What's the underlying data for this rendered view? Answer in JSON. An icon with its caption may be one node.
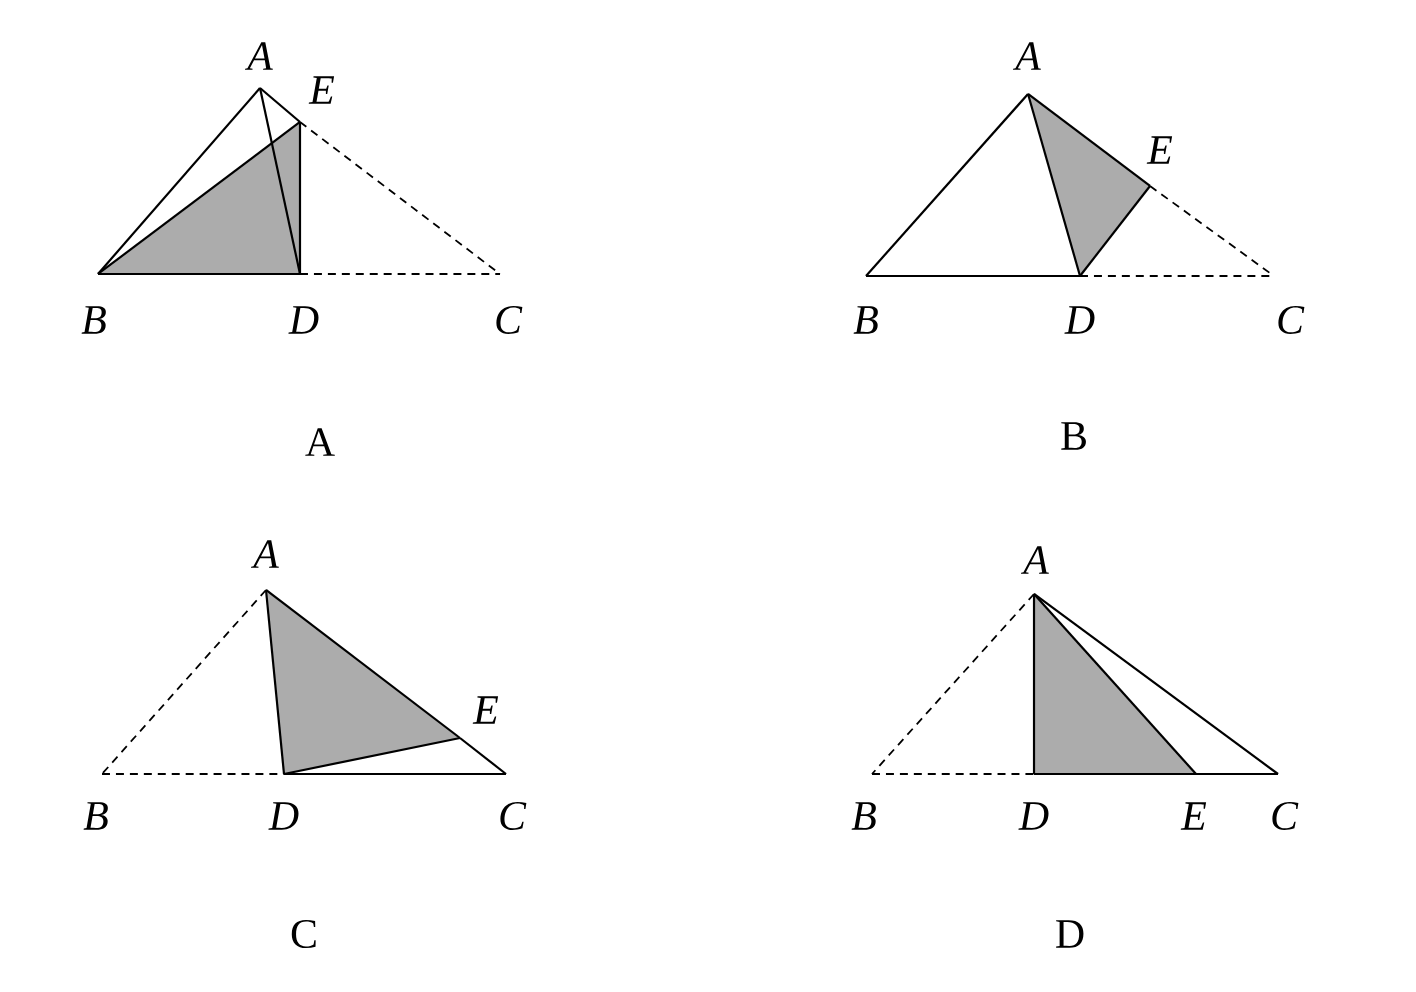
{
  "diagram": {
    "labels": [
      "A",
      "E",
      "B",
      "D",
      "C",
      "A",
      "A",
      "E",
      "B",
      "D",
      "C",
      "B",
      "A",
      "E",
      "B",
      "D",
      "C",
      "C",
      "A",
      "B",
      "D",
      "E",
      "C",
      "D"
    ]
  }
}
